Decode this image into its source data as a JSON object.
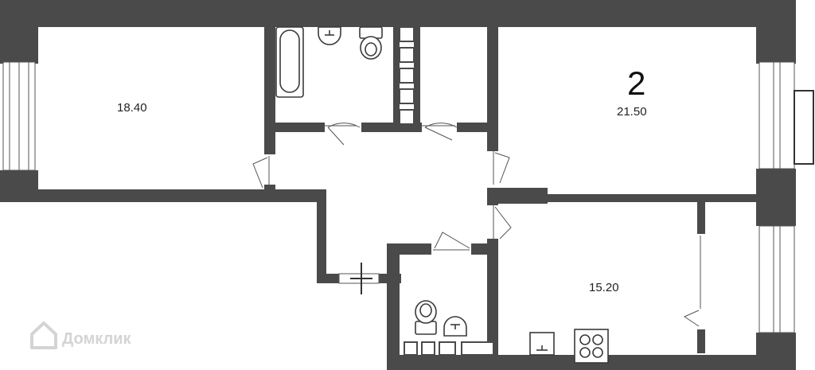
{
  "rooms": {
    "room_1_area": "18.40",
    "room_2_number": "2",
    "room_2_area": "21.50",
    "kitchen_area": "15.20"
  },
  "watermark": {
    "text": "Домклик",
    "icon": "house-logo-icon"
  },
  "colors": {
    "wall": "#4a4a4a",
    "background": "#ffffff",
    "watermark": "#d4d4d4"
  }
}
